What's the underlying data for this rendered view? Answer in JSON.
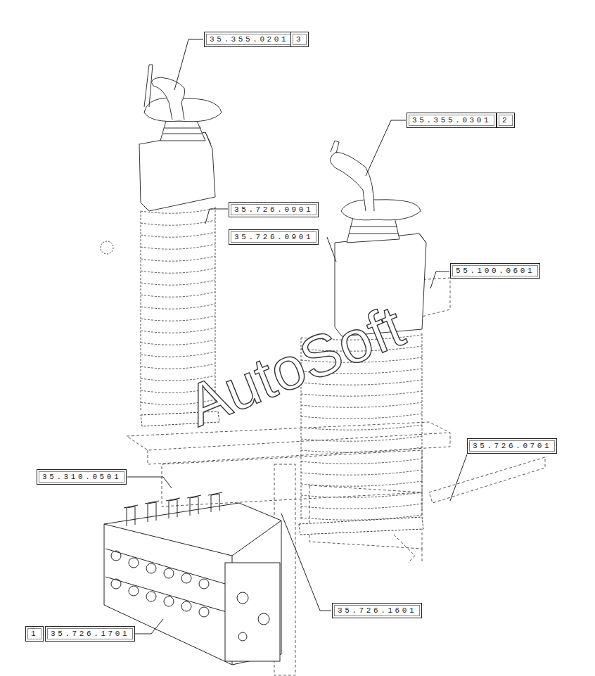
{
  "diagram": {
    "nodes": [
      {
        "text": [
          "35.355.0201"
        ]
      },
      {
        "text": [
          "3"
        ]
      },
      {
        "text": [
          "35.355.0301"
        ]
      },
      {
        "text": [
          "2"
        ]
      },
      {
        "text": [
          "35.726.0901"
        ]
      },
      {
        "text": [
          "35.726.0901"
        ]
      },
      {
        "text": [
          "55.100.0601"
        ]
      },
      {
        "text": [
          "35.726.0701"
        ]
      },
      {
        "text": [
          "35.310.0501"
        ]
      },
      {
        "text": [
          "35.726.1601"
        ]
      },
      {
        "text": [
          "1"
        ]
      },
      {
        "text": [
          "35.726.1701"
        ]
      }
    ],
    "edges": [],
    "labels": [
      "AutoSoft"
    ]
  }
}
